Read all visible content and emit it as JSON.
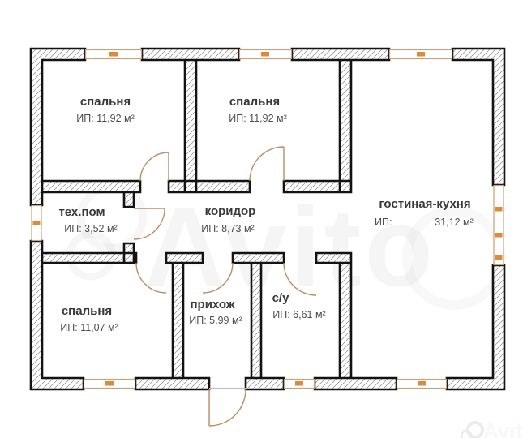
{
  "plan": {
    "rooms": {
      "bedroom_top_left": {
        "name": "спальня",
        "area": "ИП: 11,92 м²"
      },
      "bedroom_top_mid": {
        "name": "спальня",
        "area": "ИП: 11,92 м²"
      },
      "living_kitchen": {
        "name": "гостиная-кухня",
        "area_prefix": "ИП:",
        "area_value": "31,12 м²"
      },
      "tech_room": {
        "name": "тех.пом",
        "area": "ИП: 3,52 м²"
      },
      "corridor": {
        "name": "коридор",
        "area": "ИП: 8,73 м²"
      },
      "bedroom_bottom": {
        "name": "спальня",
        "area": "ИП: 11,07 м²"
      },
      "hallway": {
        "name": "прихож",
        "area": "ИП: 5,99 м²"
      },
      "bathroom": {
        "name": "с/у",
        "area": "ИП: 6,61 м²"
      }
    },
    "watermark": {
      "large": "Avito",
      "small": "Avito"
    },
    "colors": {
      "wall_outline": "#131313",
      "hatch_line": "#9a9a9a",
      "joinery_tan": "#c08c5e",
      "window_frame_tan": "#c9a178",
      "window_accent_orange": "#dd8a3a",
      "room_name_text": "#383838",
      "area_text": "#4d4d4d",
      "watermark_gray": "#a8a8a8"
    }
  }
}
